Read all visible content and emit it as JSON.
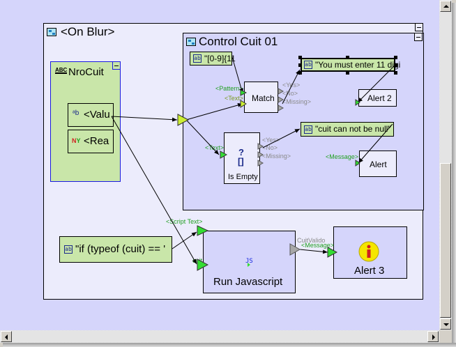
{
  "diagram": {
    "outer_block": {
      "title": "<On Blur>",
      "icon": "block-icon"
    },
    "field_block": {
      "title": "NroCuit",
      "icon": "abc-field-icon",
      "ports": [
        {
          "label": "<Valu",
          "icon": "text-value-icon"
        },
        {
          "label": "<Rea",
          "icon": "readonly-flag-icon"
        }
      ]
    },
    "control_block": {
      "title": "Control Cuit 01",
      "icon": "block-icon"
    },
    "constants": {
      "pattern": "\"[0-9]{11",
      "must_enter": "\"You must enter 11 digi",
      "null_msg": "\"cuit can not be null\"",
      "script": "\"if (typeof (cuit) == '"
    },
    "match_node": {
      "label": "Match",
      "inputs": [
        "<Pattern>",
        "<Text>"
      ],
      "outputs": [
        "<Yes>",
        "<No>",
        "<Missing>"
      ]
    },
    "isempty_node": {
      "label": "Is Empty",
      "glyph_top": "?",
      "glyph_bottom": "[]",
      "inputs": [
        "<Text>"
      ],
      "outputs": [
        "<Yes>",
        "<No>",
        "<Missing>"
      ]
    },
    "alert2": {
      "label": "Alert 2"
    },
    "alert": {
      "label": "Alert",
      "input": "<Message>"
    },
    "runjs": {
      "label": "Run Javascript",
      "glyph": "JS",
      "inputs": [
        "<Script Text>",
        "cuit"
      ],
      "output": "CuitValido"
    },
    "alert3": {
      "label": "Alert 3",
      "input": "<Message>",
      "icon": "info-icon"
    }
  },
  "colors": {
    "canvas": "#d5d5fb",
    "block": "#ececfc",
    "constant": "#c9e6a9",
    "port_green": "#33dd33",
    "port_yellow": "#ccee33",
    "port_gray": "#a8a8a8",
    "label_green": "#22a022"
  }
}
